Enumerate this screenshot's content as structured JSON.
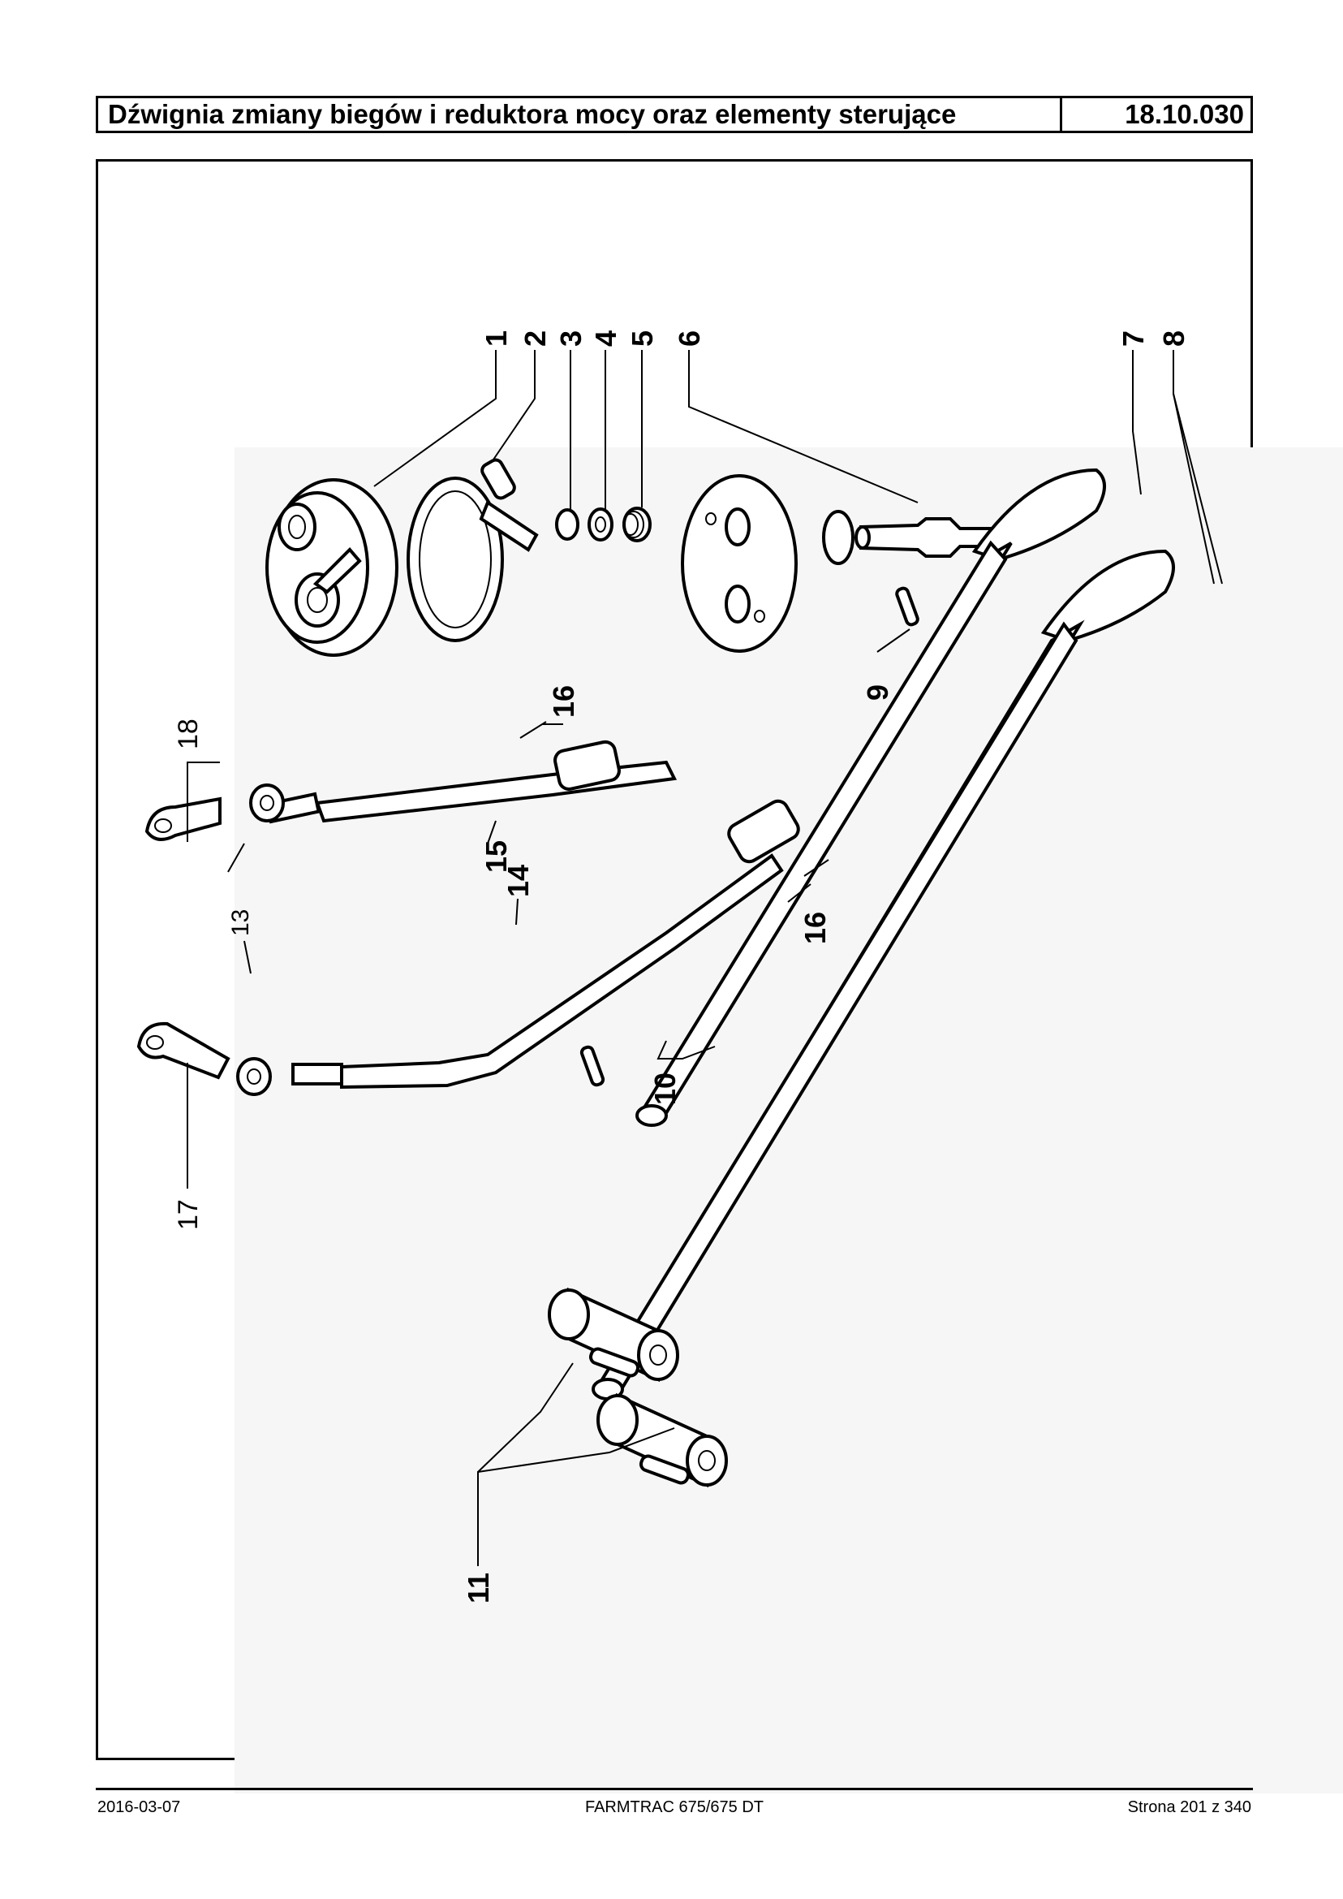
{
  "header": {
    "title": "Dźwignia zmiany biegów i reduktora mocy oraz elementy sterujące",
    "code": "18.10.030"
  },
  "diagram": {
    "labels": [
      "1",
      "2",
      "3",
      "4",
      "5",
      "6",
      "7",
      "8",
      "9",
      "10",
      "11",
      "13",
      "14",
      "15",
      "16",
      "16",
      "17",
      "18"
    ]
  },
  "footer": {
    "date": "2016-03-07",
    "model": "FARMTRAC 675/675 DT",
    "page": "Strona 201 z 340"
  }
}
